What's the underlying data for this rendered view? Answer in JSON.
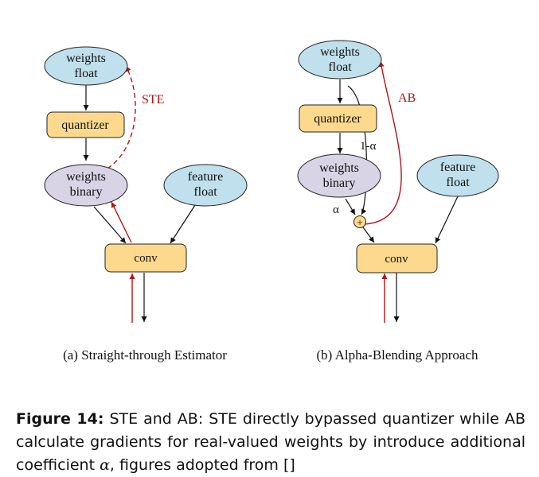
{
  "panel_a": {
    "weights_float": [
      "weights",
      "float"
    ],
    "quantizer": "quantizer",
    "weights_binary": [
      "weights",
      "binary"
    ],
    "feature_float": [
      "feature",
      "float"
    ],
    "conv": "conv",
    "gradient_label": "STE",
    "caption": "(a)  Straight-through Estimator"
  },
  "panel_b": {
    "weights_float": [
      "weights",
      "float"
    ],
    "quantizer": "quantizer",
    "weights_binary": [
      "weights",
      "binary"
    ],
    "feature_float": [
      "feature",
      "float"
    ],
    "conv": "conv",
    "gradient_label": "AB",
    "one_minus_alpha": "1-α",
    "alpha": "α",
    "plus": "+",
    "caption": "(b)  Alpha-Blending Approach"
  },
  "caption": {
    "label": "Figure 14:",
    "text_1": " STE and AB: STE directly bypassed quantizer while AB calculate gradients for real-valued weights by introduce additional coefficient ",
    "alpha": "α",
    "text_2": ", figures adopted from [",
    "text_3": "]"
  },
  "colors": {
    "ellipse_blue": "#bfe0ec",
    "ellipse_purple": "#d9d3e6",
    "box_yellow": "#fcd98d",
    "gradient_red": "#b01515"
  }
}
